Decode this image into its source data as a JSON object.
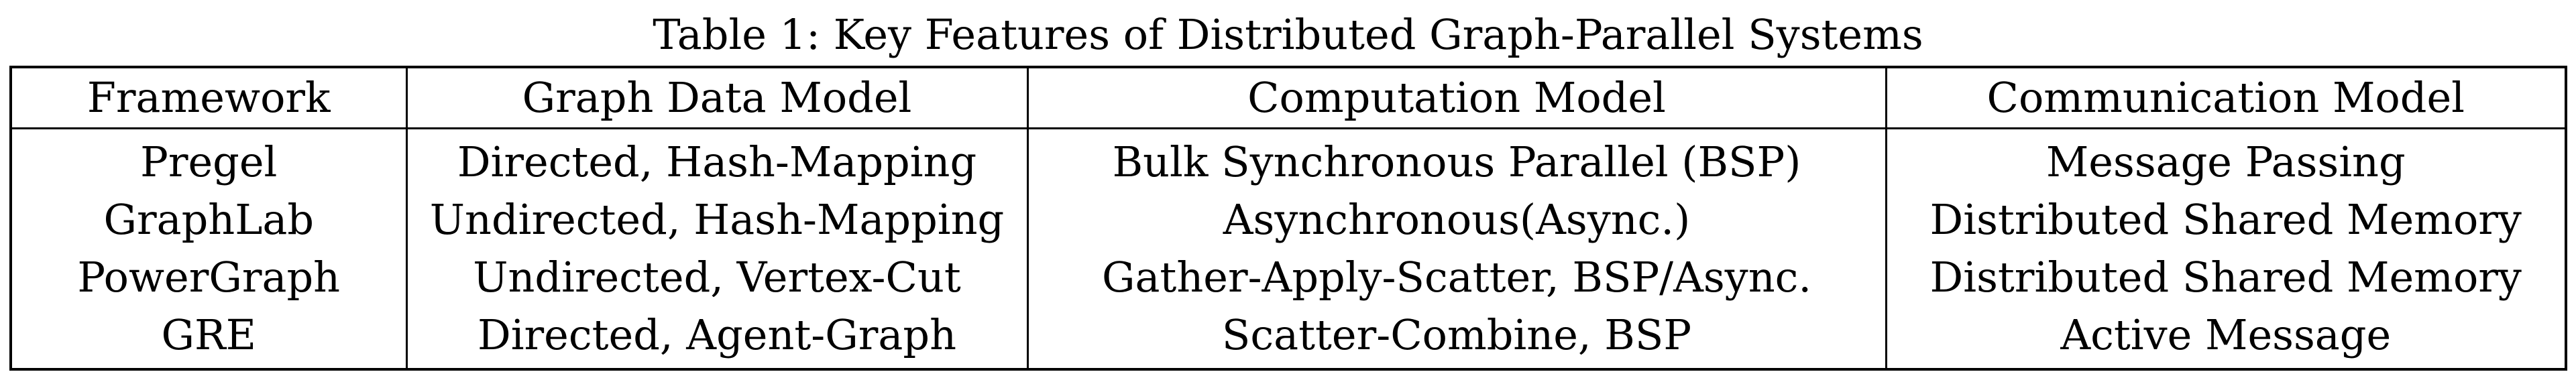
{
  "caption": "Table 1: Key Features of Distributed Graph-Parallel Systems",
  "table": {
    "headers": [
      "Framework",
      "Graph Data Model",
      "Computation Model",
      "Communication Model"
    ],
    "rows": [
      [
        "Pregel",
        "Directed, Hash-Mapping",
        "Bulk Synchronous Parallel (BSP)",
        "Message Passing"
      ],
      [
        "GraphLab",
        "Undirected, Hash-Mapping",
        "Asynchronous(Async.)",
        "Distributed Shared Memory"
      ],
      [
        "PowerGraph",
        "Undirected, Vertex-Cut",
        "Gather-Apply-Scatter, BSP/Async.",
        "Distributed Shared Memory"
      ],
      [
        "GRE",
        "Directed, Agent-Graph",
        "Scatter-Combine, BSP",
        "Active Message"
      ]
    ]
  }
}
